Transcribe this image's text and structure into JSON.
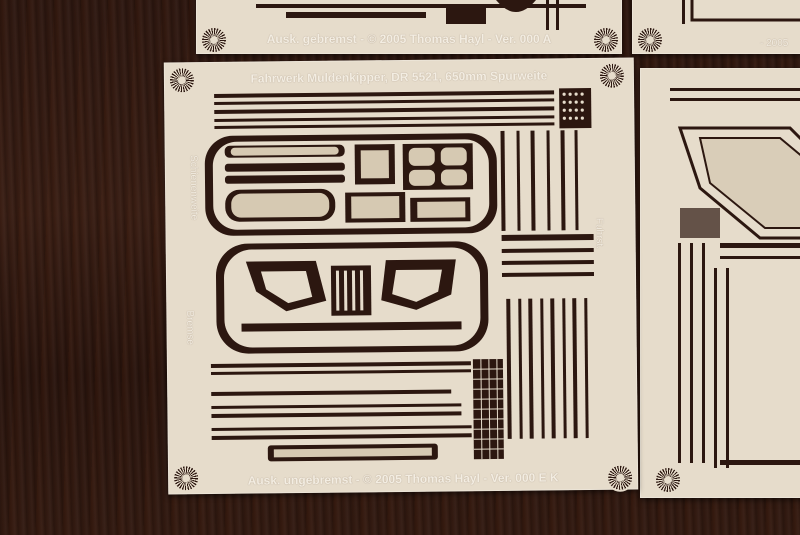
{
  "scene": "Photo-etched brass detail sheets lying on a dark wooden surface",
  "sheets": {
    "top_left": {
      "caption": "Ausk. gebremst - © 2005 Thomas Hayl - Ver. 000 A"
    },
    "top_right": {
      "caption": "- 2005"
    },
    "main": {
      "title": "Fahrwerk Muldenkipper, DR 5521, 650mm Spurweite",
      "caption": "Ausk. ungebremst - © 2005 Thomas Hayl - Ver. 000 E K",
      "side_labels": [
        "Schienenweite",
        "Bremse",
        "Fuhrst."
      ]
    }
  },
  "colors": {
    "brass_sheet": "#e6dccb",
    "wood_dark": "#2e1811",
    "cutout": "#2c1710"
  }
}
